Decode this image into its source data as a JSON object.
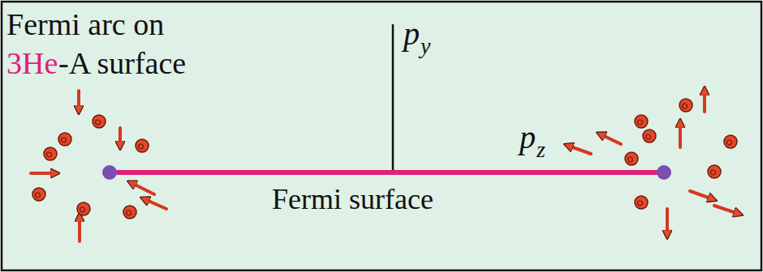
{
  "diagram": {
    "labels": [
      "Fermi arc on",
      "3He",
      "-A surface",
      "p",
      "y",
      "p",
      "z",
      "Fermi surface"
    ]
  }
}
